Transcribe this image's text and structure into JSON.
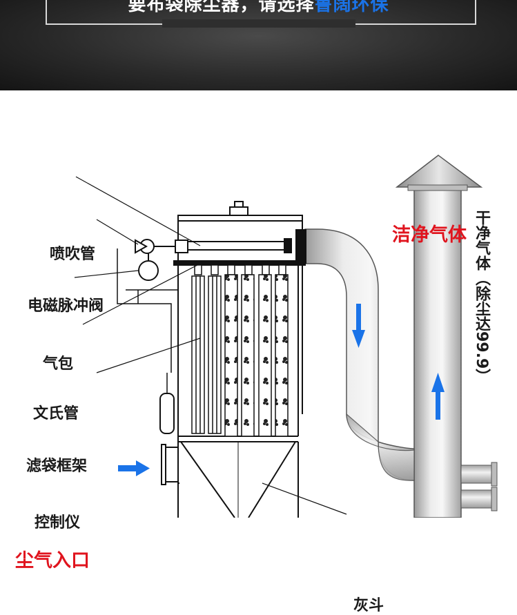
{
  "header": {
    "title_prefix": "要布袋除尘器，请选择",
    "title_highlight": "鲁阔环保"
  },
  "labels": {
    "blow_pipe": "喷吹管",
    "pulse_valve": "电磁脉冲阀",
    "air_bag": "气包",
    "venturi": "文氏管",
    "bag_frame": "滤袋框架",
    "controller": "控制仪",
    "dust_inlet": "尘气入口",
    "clean_gas": "洁净气体",
    "hopper": "灰斗",
    "dry_clean_gas": "干净气体",
    "efficiency": "（除尘达99.9）"
  },
  "colors": {
    "red_text": "#e0141e",
    "arrow_blue": "#1a73e8",
    "steel": "#c8c8c8",
    "outline": "#111111"
  }
}
